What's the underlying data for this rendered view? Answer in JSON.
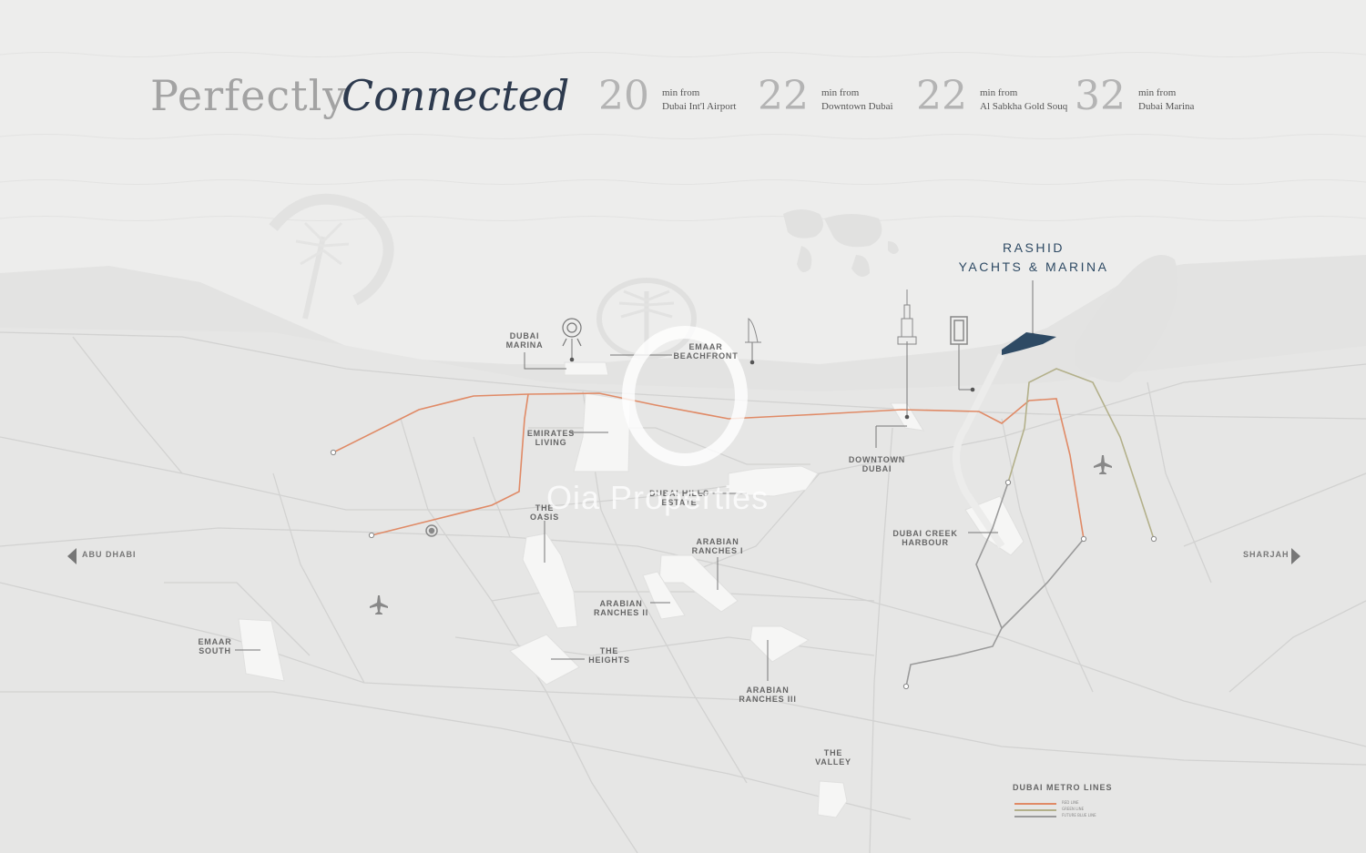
{
  "title": {
    "light": "Perfectly",
    "dark": "Connected"
  },
  "stats": [
    {
      "num": "20",
      "line1": "min from",
      "line2": "Dubai Int'l Airport"
    },
    {
      "num": "22",
      "line1": "min from",
      "line2": "Downtown Dubai"
    },
    {
      "num": "22",
      "line1": "min from",
      "line2": "Al Sabkha Gold Souq"
    },
    {
      "num": "32",
      "line1": "min from",
      "line2": "Dubai Marina"
    }
  ],
  "project": {
    "line1": "RASHID",
    "line2": "YACHTS & MARINA"
  },
  "locations": {
    "dubai_marina": [
      "DUBAI",
      "MARINA"
    ],
    "emaar_beachfront": [
      "EMAAR",
      "BEACHFRONT"
    ],
    "emirates_living": [
      "EMIRATES",
      "LIVING"
    ],
    "dubai_hills": [
      "DUBAI HILLS",
      "ESTATE"
    ],
    "the_oasis": [
      "THE",
      "OASIS"
    ],
    "downtown": [
      "DOWNTOWN",
      "DUBAI"
    ],
    "dubai_creek": [
      "DUBAI CREEK",
      "HARBOUR"
    ],
    "arabian_ranches_1": [
      "ARABIAN",
      "RANCHES I"
    ],
    "arabian_ranches_2": [
      "ARABIAN",
      "RANCHES II"
    ],
    "the_heights": [
      "THE",
      "HEIGHTS"
    ],
    "arabian_ranches_3": [
      "ARABIAN",
      "RANCHES III"
    ],
    "emaar_south": [
      "EMAAR",
      "SOUTH"
    ],
    "the_valley": [
      "THE",
      "VALLEY"
    ]
  },
  "directions": {
    "left": "ABU DHABI",
    "right": "SHARJAH"
  },
  "watermark": "Oia Properties",
  "legend": {
    "title": "DUBAI METRO LINES",
    "items": [
      {
        "label": "RED LINE",
        "color": "#e08a66"
      },
      {
        "label": "GREEN LINE",
        "color": "#b3b08a"
      },
      {
        "label": "FUTURE BLUE LINE",
        "color": "#9a9a9a"
      }
    ]
  },
  "colors": {
    "sea": "#efefee",
    "land": "#e5e5e4",
    "road": "#cfcfce",
    "community": "#f7f7f6",
    "accent": "#2e4a64",
    "red_line": "#e08a66",
    "green_line": "#b3b08a"
  }
}
